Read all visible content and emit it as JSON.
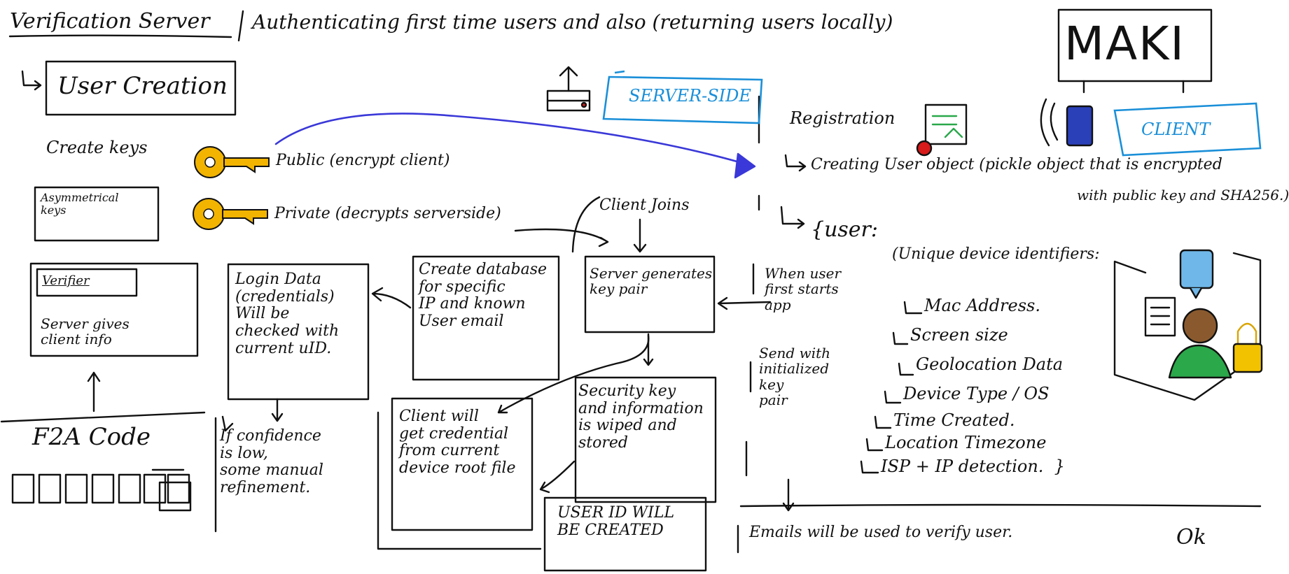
{
  "header": {
    "title": "Verification Server",
    "subtitle": "Authenticating first time users and also (returning users locally)",
    "logo": "MAKI"
  },
  "labels": {
    "server_side": "SERVER-SIDE",
    "client": "CLIENT",
    "user_creation": "User Creation",
    "create_keys": "Create keys",
    "public_key": "Public (encrypt client)",
    "private_key": "Private (decrypts serverside)",
    "asymmetrical": "Asymmetrical\nkeys",
    "verifier": "Verifier",
    "server_gives": "Server gives\nclient info",
    "f2a": "F2A Code",
    "login_data": "Login Data\n(credentials)\nWill be\nchecked with\ncurrent uID.",
    "create_db": "Create database\nfor specific\nIP and known\nUser email",
    "client_joins": "Client Joins",
    "server_generates": "Server generates\nkey pair",
    "client_will_get": "Client will\nget credential\nfrom current\ndevice root file",
    "security_key": "Security key\nand information\nis wiped and\nstored",
    "user_id_created": "USER ID WILL\nBE CREATED",
    "if_conf": "If confidence\nis low,\nsome manual\nrefinement.",
    "registration": "Registration",
    "creating_user": "Creating User object (pickle object that is encrypted",
    "creating_user2": "with public key and SHA256.)",
    "user_obj": "{user:",
    "unique": "(Unique device identifiers:",
    "attrs": [
      "Mac Address.",
      "Screen size",
      "Geolocation Data",
      "Device Type / OS",
      "Time Created.",
      "Location Timezone",
      "ISP + IP detection.  }"
    ],
    "when_user": "When user\nfirst starts\napp",
    "send_with": "Send with\ninitialized\nkey\npair",
    "emails": "Emails will be used to verify user.",
    "signature": "Ok"
  }
}
